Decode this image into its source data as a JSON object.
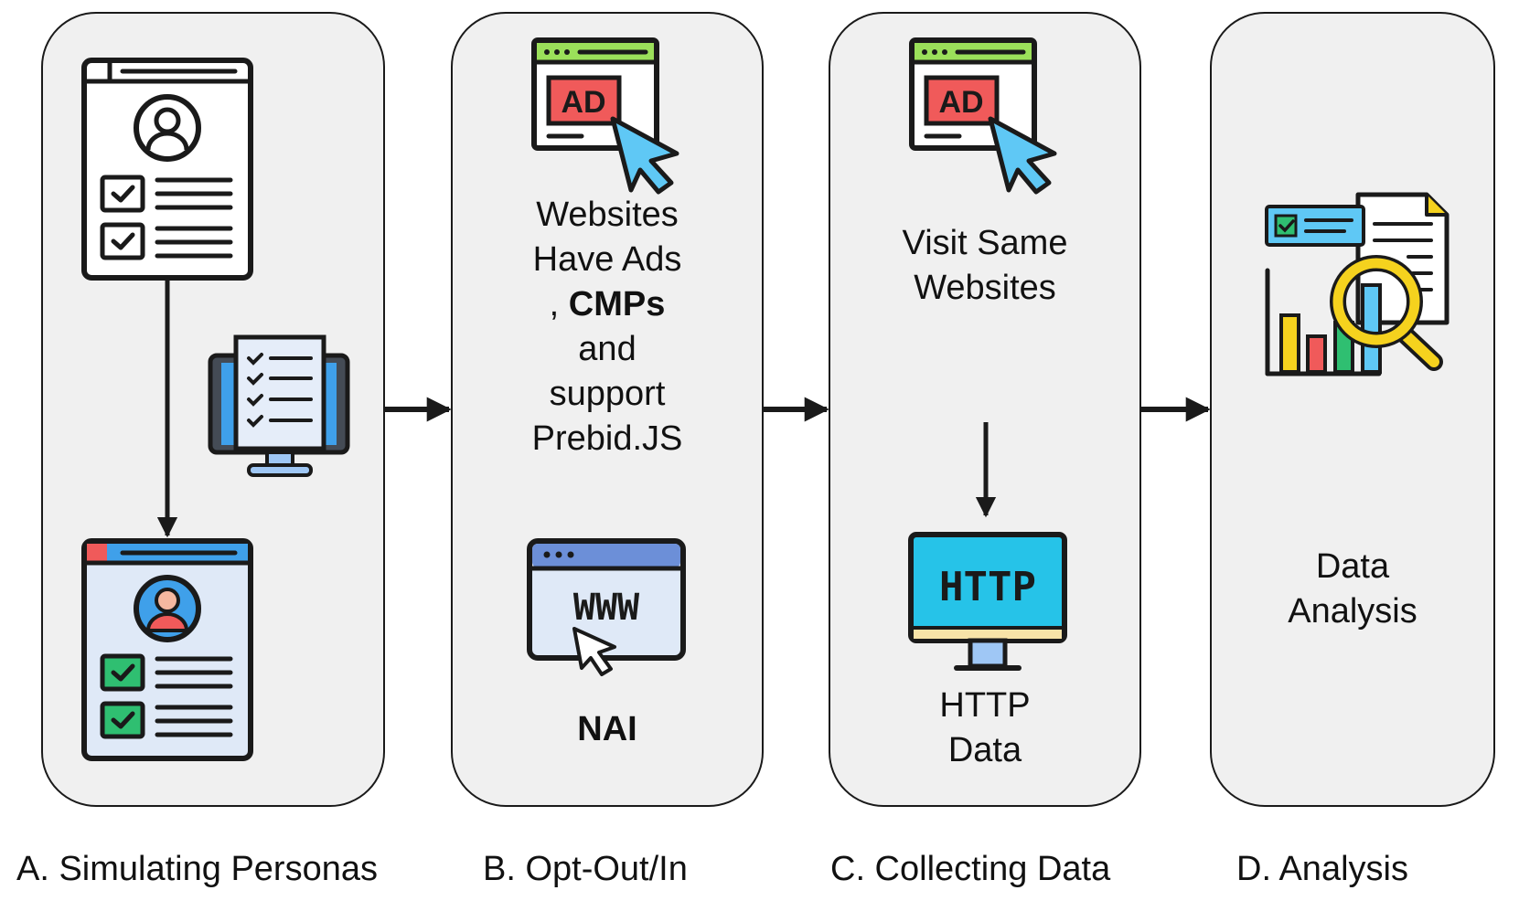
{
  "panels": {
    "a": {
      "caption": "A. Simulating Personas"
    },
    "b": {
      "caption": "B. Opt-Out/In",
      "text_line1": "Websites",
      "text_line2": "Have Ads",
      "text_line3_prefix": ",",
      "text_line3_bold": "CMPs",
      "text_line4": "and",
      "text_line5": "support",
      "text_line6": "Prebid.JS",
      "ad_badge": "AD",
      "www_label": "WWW",
      "nai_label": "NAI"
    },
    "c": {
      "caption": "C. Collecting Data",
      "visit_line1": "Visit Same",
      "visit_line2": "Websites",
      "ad_badge": "AD",
      "monitor_label": "HTTP",
      "http_line1": "HTTP",
      "http_line2": "Data"
    },
    "d": {
      "caption": "D. Analysis",
      "line1": "Data",
      "line2": "Analysis"
    }
  },
  "colors": {
    "panel_fill": "#f0f0f0",
    "outline": "#1a1a1a",
    "green": "#9be05a",
    "red": "#f05a5a",
    "cursor_blue": "#5fc8f5",
    "light_blue": "#dfe9f7",
    "blue": "#3fa0ea",
    "check_green": "#2fbf71",
    "yellow": "#f5d21e",
    "monitor_cyan": "#26c3e8",
    "monitor_stand": "#9fc7f5",
    "www_header": "#6c8fd8"
  },
  "icons": [
    "persona-profile-outline-icon",
    "checklist-monitor-icon",
    "persona-profile-color-icon",
    "ad-click-icon",
    "www-browser-icon",
    "http-monitor-icon",
    "report-analysis-icon"
  ]
}
